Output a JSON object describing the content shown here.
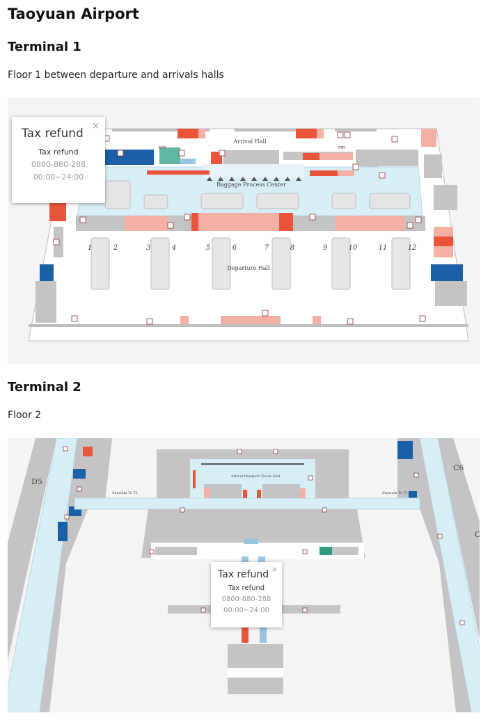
{
  "page": {
    "title": "Taoyuan Airport"
  },
  "terminal1": {
    "heading": "Terminal 1",
    "floor_caption": "Floor 1 between departure and arrivals halls",
    "map_labels": {
      "arrival_hall": "Arrival Hall",
      "baggage_center": "Baggage Process Center",
      "departure_hall": "Departure Hall",
      "atm_1": "ATM",
      "atm_2": "ATM"
    },
    "counters": [
      "1",
      "2",
      "3",
      "4",
      "5",
      "6",
      "7",
      "8",
      "9",
      "10",
      "11",
      "12"
    ],
    "popup": {
      "title": "Tax refund",
      "close": "×",
      "name": "Tax refund",
      "phone": "0800-880-288",
      "hours": "00:00~24:00"
    }
  },
  "terminal2": {
    "heading": "Terminal 2",
    "floor_caption": "Floor 2",
    "map_labels": {
      "gate_d5": "D5",
      "gate_c6": "C6",
      "gate_c_partial": "C",
      "skytrain_left": "Skytrain To T1",
      "skytrain_right": "Skytrain To T1",
      "passport_hall": "Arrival Passport Check Hall"
    },
    "popup": {
      "title": "Tax refund",
      "close": "×",
      "name": "Tax refund",
      "phone": "0800-880-288",
      "hours": "00:00~24:00"
    }
  },
  "colors": {
    "dining": "#e8553a",
    "shopping": "#f4b0a4",
    "service": "#1b5fa6",
    "green": "#5fb8a3",
    "walkway": "#d8eef6",
    "building": "#c4c4c4"
  }
}
